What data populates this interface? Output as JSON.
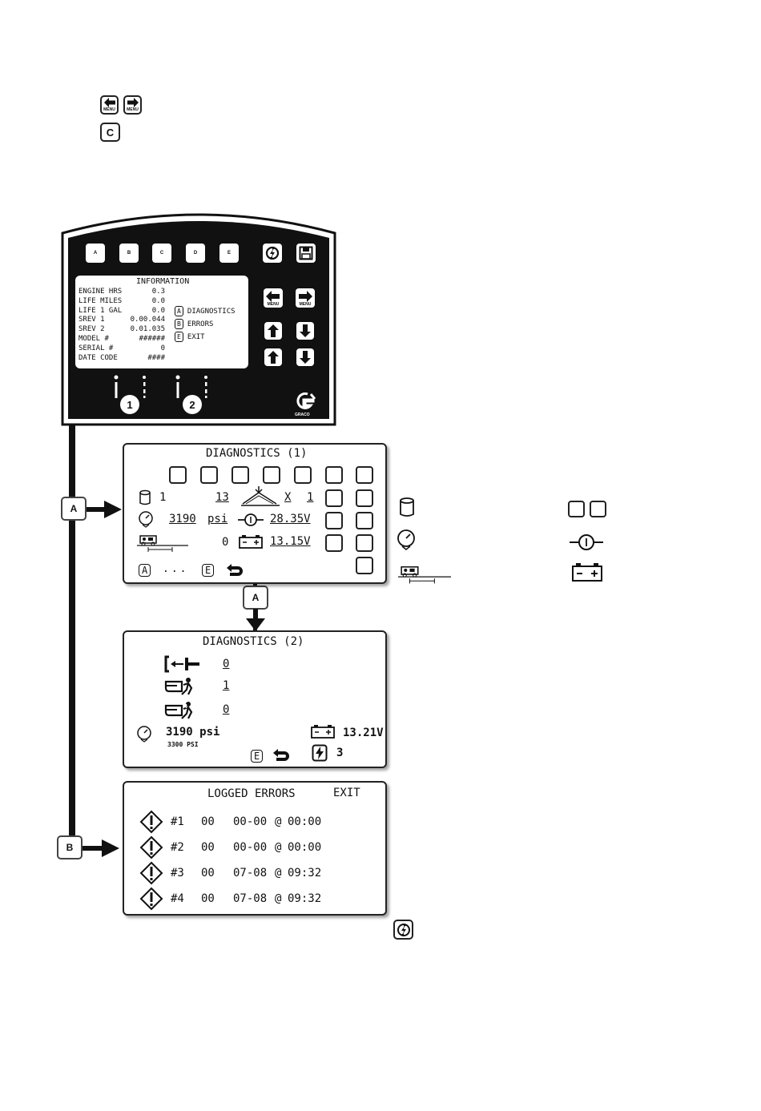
{
  "top_keys": {
    "menu_sub": "MENU",
    "c_label": "C"
  },
  "controller": {
    "soft_keys": [
      "A",
      "B",
      "C",
      "D",
      "E"
    ],
    "screen": {
      "title": "INFORMATION",
      "rows": [
        {
          "label": "ENGINE HRS",
          "value": "0.3"
        },
        {
          "label": "LIFE MILES",
          "value": "0.0"
        },
        {
          "label": "LIFE 1 GAL",
          "value": "0.0"
        },
        {
          "label": "SREV 1",
          "value": "0.00.044"
        },
        {
          "label": "SREV 2",
          "value": "0.01.035"
        },
        {
          "label": "MODEL #",
          "value": "######"
        },
        {
          "label": "SERIAL #",
          "value": "0"
        },
        {
          "label": "DATE CODE",
          "value": "####"
        }
      ],
      "menu": [
        {
          "key": "A",
          "label": "DIAGNOSTICS"
        },
        {
          "key": "B",
          "label": "ERRORS"
        },
        {
          "key": "E",
          "label": "EXIT"
        }
      ]
    },
    "menu_sub": "MENU",
    "channels": [
      "1",
      "2"
    ],
    "brand": "GRACO"
  },
  "callouts": {
    "a": "A",
    "b": "B"
  },
  "diag1": {
    "title": "DIAGNOSTICS (1)",
    "tank_value": "1",
    "count_value": "13",
    "mult": "X",
    "mult_value": "1",
    "pressure": "3190",
    "pressure_unit": "psi",
    "gen_voltage": "28.35V",
    "dist_value": "0",
    "batt_voltage": "13.15V",
    "key_a": "A",
    "dots": "...",
    "key_e": "E"
  },
  "diag2": {
    "title": "DIAGNOSTICS (2)",
    "v1": "0",
    "v2": "1",
    "v3": "0",
    "pressure": "3190 psi",
    "pressure_max": "3300 PSI",
    "batt_voltage": "13.21V",
    "count": "3",
    "key_e": "E"
  },
  "errors": {
    "title": "LOGGED ERRORS",
    "exit": "EXIT",
    "rows": [
      {
        "num": "#1",
        "code": "00",
        "date": "00-00",
        "at": "@",
        "time": "00:00"
      },
      {
        "num": "#2",
        "code": "00",
        "date": "00-00",
        "at": "@",
        "time": "00:00"
      },
      {
        "num": "#3",
        "code": "00",
        "date": "07-08",
        "at": "@",
        "time": "09:32"
      },
      {
        "num": "#4",
        "code": "00",
        "date": "07-08",
        "at": "@",
        "time": "09:32"
      }
    ]
  }
}
